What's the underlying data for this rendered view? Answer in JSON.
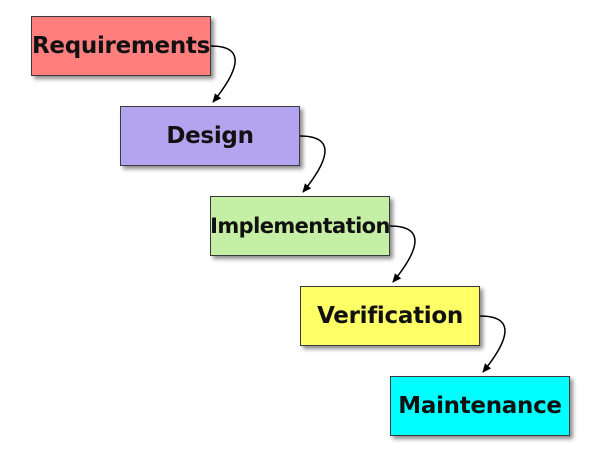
{
  "stages": [
    {
      "label": "Requirements",
      "color": "#ff7f7f"
    },
    {
      "label": "Design",
      "color": "#b3a4f0"
    },
    {
      "label": "Implementation",
      "color": "#c6efa6"
    },
    {
      "label": "Verification",
      "color": "#ffff66"
    },
    {
      "label": "Maintenance",
      "color": "#00ffff"
    }
  ],
  "connector_color": "#000000"
}
